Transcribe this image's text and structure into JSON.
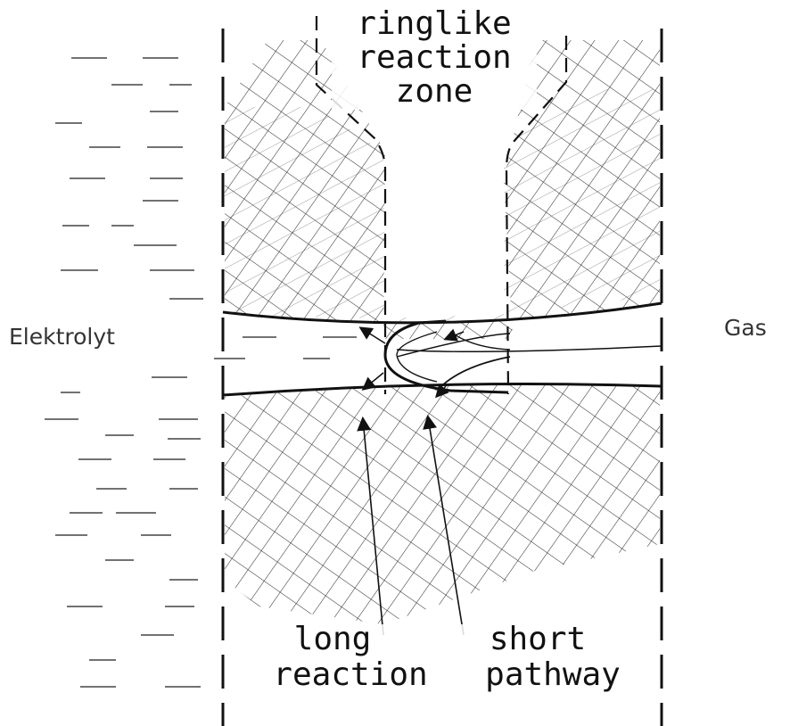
{
  "labels": {
    "zone_line1": "ringlike",
    "zone_line2": "reaction",
    "zone_line3": "zone",
    "electrolyte": "Elektrolyt",
    "gas": "Gas",
    "long_line1": "long",
    "long_line2": "reaction",
    "short_line1": "short",
    "short_line2": "pathway"
  },
  "colors": {
    "ink": "#111111",
    "hatch": "#333333",
    "background": "#ffffff"
  }
}
